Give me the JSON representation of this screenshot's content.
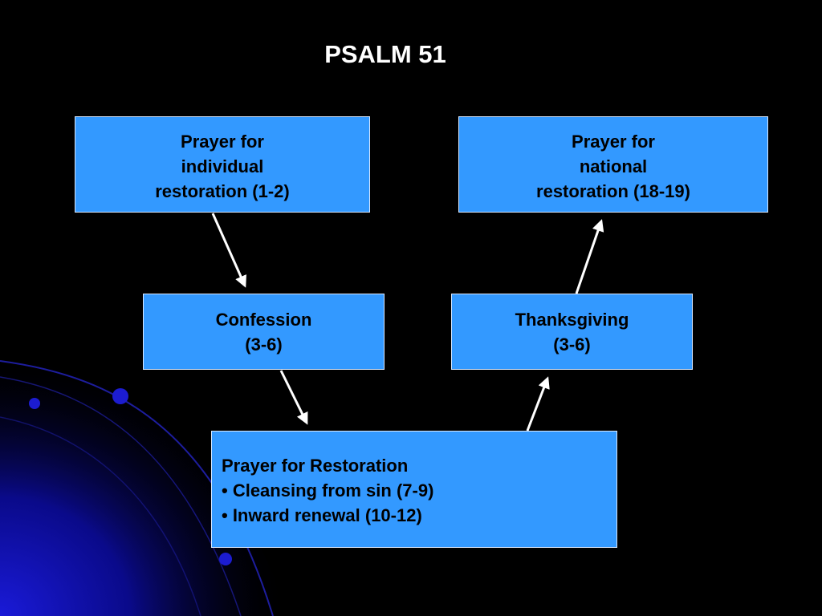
{
  "title": "PSALM 51",
  "nodes": {
    "individual": {
      "lines": [
        "Prayer for",
        "individual",
        "restoration (1-2)"
      ]
    },
    "national": {
      "lines": [
        "Prayer for",
        "national",
        "restoration (18-19)"
      ]
    },
    "confession": {
      "lines": [
        "Confession",
        "(3-6)"
      ]
    },
    "thanksgiving": {
      "lines": [
        "Thanksgiving",
        "(3-6)"
      ]
    },
    "restoration": {
      "lines": [
        "Prayer for Restoration",
        "• Cleansing from sin (7-9)",
        "• Inward renewal (10-12)"
      ]
    }
  },
  "edges": [
    {
      "from": "individual",
      "to": "confession"
    },
    {
      "from": "confession",
      "to": "restoration"
    },
    {
      "from": "restoration",
      "to": "thanksgiving"
    },
    {
      "from": "thanksgiving",
      "to": "national"
    }
  ],
  "colors": {
    "background": "#000000",
    "box_fill": "#3399ff",
    "box_border": "#d8e8ff",
    "arrow": "#ffffff",
    "title_text": "#ffffff",
    "decoration": "#1414c8"
  }
}
